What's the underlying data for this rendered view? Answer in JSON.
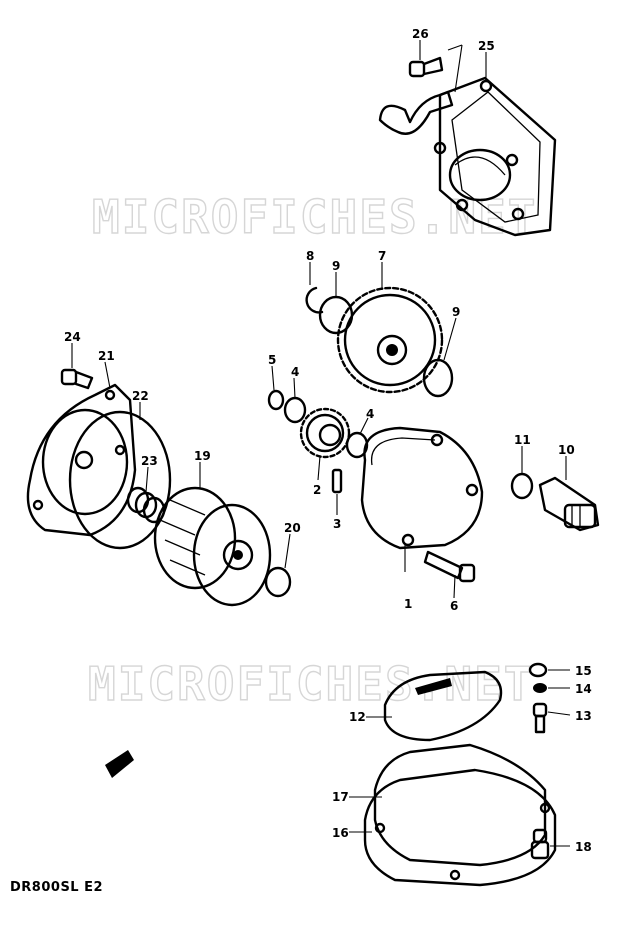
{
  "watermark": "MICROFICHES.NET",
  "model_code": "DR800SL E2",
  "callouts": [
    {
      "id": "1",
      "label": "1"
    },
    {
      "id": "2",
      "label": "2"
    },
    {
      "id": "3",
      "label": "3"
    },
    {
      "id": "4a",
      "label": "4"
    },
    {
      "id": "4b",
      "label": "4"
    },
    {
      "id": "5",
      "label": "5"
    },
    {
      "id": "6",
      "label": "6"
    },
    {
      "id": "7",
      "label": "7"
    },
    {
      "id": "8",
      "label": "8"
    },
    {
      "id": "9a",
      "label": "9"
    },
    {
      "id": "9b",
      "label": "9"
    },
    {
      "id": "10",
      "label": "10"
    },
    {
      "id": "11",
      "label": "11"
    },
    {
      "id": "12",
      "label": "12"
    },
    {
      "id": "13",
      "label": "13"
    },
    {
      "id": "14",
      "label": "14"
    },
    {
      "id": "15",
      "label": "15"
    },
    {
      "id": "16",
      "label": "16"
    },
    {
      "id": "17",
      "label": "17"
    },
    {
      "id": "18",
      "label": "18"
    },
    {
      "id": "19",
      "label": "19"
    },
    {
      "id": "20",
      "label": "20"
    },
    {
      "id": "21",
      "label": "21"
    },
    {
      "id": "22",
      "label": "22"
    },
    {
      "id": "23",
      "label": "23"
    },
    {
      "id": "24",
      "label": "24"
    },
    {
      "id": "25",
      "label": "25"
    },
    {
      "id": "26",
      "label": "26"
    }
  ]
}
